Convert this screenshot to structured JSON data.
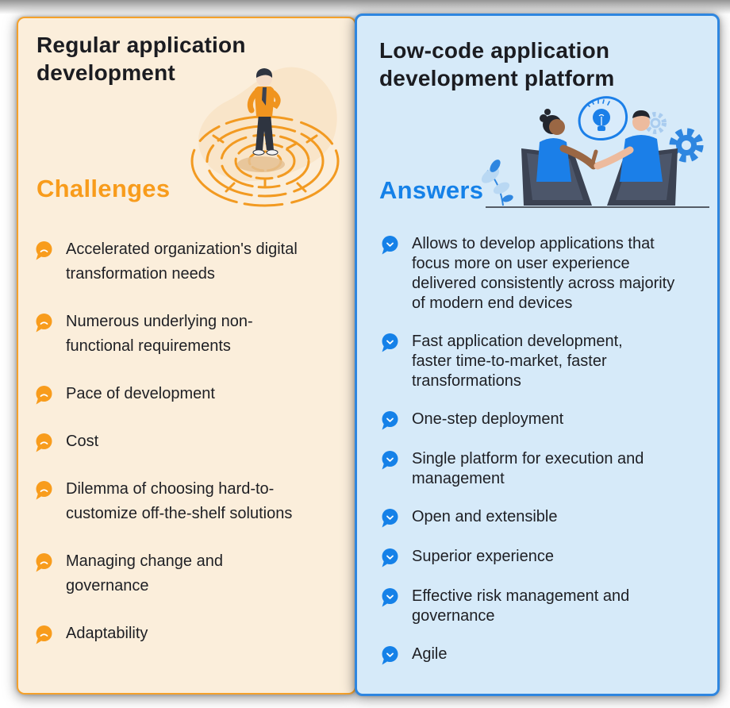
{
  "left_panel": {
    "title": "Regular application development",
    "section_heading": "Challenges",
    "items": [
      "Accelerated organization's digital transformation needs",
      "Numerous underlying non-functional requirements",
      "Pace of development",
      "Cost",
      "Dilemma of choosing hard-to-customize off-the-shelf solutions",
      "Managing change and governance",
      "Adaptability"
    ],
    "colors": {
      "background": "#FBEEDB",
      "border": "#F5A12B",
      "accent": "#F89C1C",
      "text": "#1E1F24"
    },
    "bullet_icon": "speech-bubble-frown-icon",
    "illustration": "man-thinking-on-circular-maze"
  },
  "right_panel": {
    "title": "Low-code application development platform",
    "section_heading": "Answers",
    "items": [
      "Allows to develop applications that focus more on user experience delivered consistently across majority of modern end devices",
      "Fast application development, faster time-to-market, faster transformations",
      "One-step deployment",
      "Single platform for execution and management",
      "Open and extensible",
      "Superior experience",
      "Effective risk management and governance",
      "Agile"
    ],
    "colors": {
      "background": "#D6EAF9",
      "border": "#2E86E0",
      "accent": "#1581E8",
      "text": "#1E1F24"
    },
    "bullet_icon": "speech-bubble-chevron-icon",
    "illustration": "two-people-collaborating-lightbulb-gears"
  }
}
